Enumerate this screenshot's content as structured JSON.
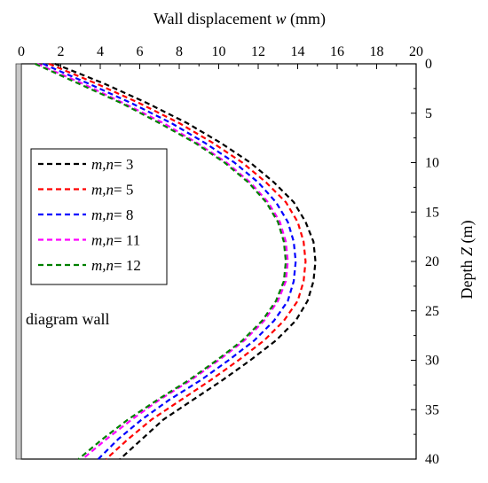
{
  "chart_data": {
    "type": "line",
    "xlabel_prefix": "Wall displacement ",
    "xlabel_var": "w",
    "xlabel_unit": " (mm)",
    "ylabel_prefix": "Depth ",
    "ylabel_var": "Z",
    "ylabel_unit": " (m)",
    "x_axis_position": "top",
    "y_axis_position": "right",
    "y_inverted": true,
    "xlim": [
      0,
      20
    ],
    "ylim": [
      0,
      40
    ],
    "x_ticks": [
      0,
      2,
      4,
      6,
      8,
      10,
      12,
      14,
      16,
      18,
      20
    ],
    "y_ticks": [
      0,
      5,
      10,
      15,
      20,
      25,
      30,
      35,
      40
    ],
    "grid": false,
    "legend_position": "left",
    "annotation": "diagram wall",
    "series": [
      {
        "name": "m,n= 3",
        "label_var": "m,n",
        "label_val": "= 3",
        "color": "#000000",
        "depth": [
          0,
          2,
          4,
          6,
          8,
          10,
          12,
          14,
          16,
          18,
          20,
          22,
          24,
          26,
          28,
          30,
          32,
          34,
          36,
          38,
          40
        ],
        "w": [
          1.7,
          4.2,
          6.4,
          8.4,
          10.1,
          11.6,
          12.8,
          13.8,
          14.4,
          14.8,
          14.9,
          14.8,
          14.5,
          13.9,
          12.9,
          11.6,
          10.2,
          8.7,
          7.2,
          6.1,
          5.0
        ]
      },
      {
        "name": "m,n= 5",
        "label_var": "m,n",
        "label_val": "= 5",
        "color": "#ff0000",
        "depth": [
          0,
          2,
          4,
          6,
          8,
          10,
          12,
          14,
          16,
          18,
          20,
          22,
          24,
          26,
          28,
          30,
          32,
          34,
          36,
          38,
          40
        ],
        "w": [
          1.4,
          3.8,
          6.0,
          8.0,
          9.7,
          11.2,
          12.4,
          13.4,
          14.0,
          14.3,
          14.4,
          14.3,
          14.0,
          13.3,
          12.3,
          11.0,
          9.6,
          8.1,
          6.6,
          5.4,
          4.3
        ]
      },
      {
        "name": "m,n= 8",
        "label_var": "m,n",
        "label_val": "= 8",
        "color": "#0000ff",
        "depth": [
          0,
          2,
          4,
          6,
          8,
          10,
          12,
          14,
          16,
          18,
          20,
          22,
          24,
          26,
          28,
          30,
          32,
          34,
          36,
          38,
          40
        ],
        "w": [
          1.1,
          3.4,
          5.6,
          7.6,
          9.3,
          10.8,
          12.0,
          12.9,
          13.5,
          13.8,
          13.9,
          13.8,
          13.5,
          12.8,
          11.8,
          10.5,
          9.1,
          7.5,
          6.1,
          4.9,
          3.9
        ]
      },
      {
        "name": "m,n= 11",
        "label_var": "m,n",
        "label_val": "= 11",
        "color": "#ff00ff",
        "depth": [
          0,
          2,
          4,
          6,
          8,
          10,
          12,
          14,
          16,
          18,
          20,
          22,
          24,
          26,
          28,
          30,
          32,
          34,
          36,
          38,
          40
        ],
        "w": [
          0.8,
          3.1,
          5.2,
          7.2,
          8.9,
          10.4,
          11.6,
          12.5,
          13.1,
          13.4,
          13.5,
          13.4,
          13.0,
          12.3,
          11.3,
          10.0,
          8.6,
          7.0,
          5.6,
          4.3,
          3.1
        ]
      },
      {
        "name": "m,n= 12",
        "label_var": "m,n",
        "label_val": "= 12",
        "color": "#008000",
        "depth": [
          0,
          2,
          4,
          6,
          8,
          10,
          12,
          14,
          16,
          18,
          20,
          22,
          24,
          26,
          28,
          30,
          32,
          34,
          36,
          38,
          40
        ],
        "w": [
          0.7,
          2.9,
          5.1,
          7.0,
          8.8,
          10.3,
          11.5,
          12.4,
          13.0,
          13.3,
          13.4,
          13.3,
          12.9,
          12.2,
          11.2,
          9.9,
          8.5,
          6.9,
          5.4,
          4.1,
          2.9
        ]
      }
    ]
  }
}
